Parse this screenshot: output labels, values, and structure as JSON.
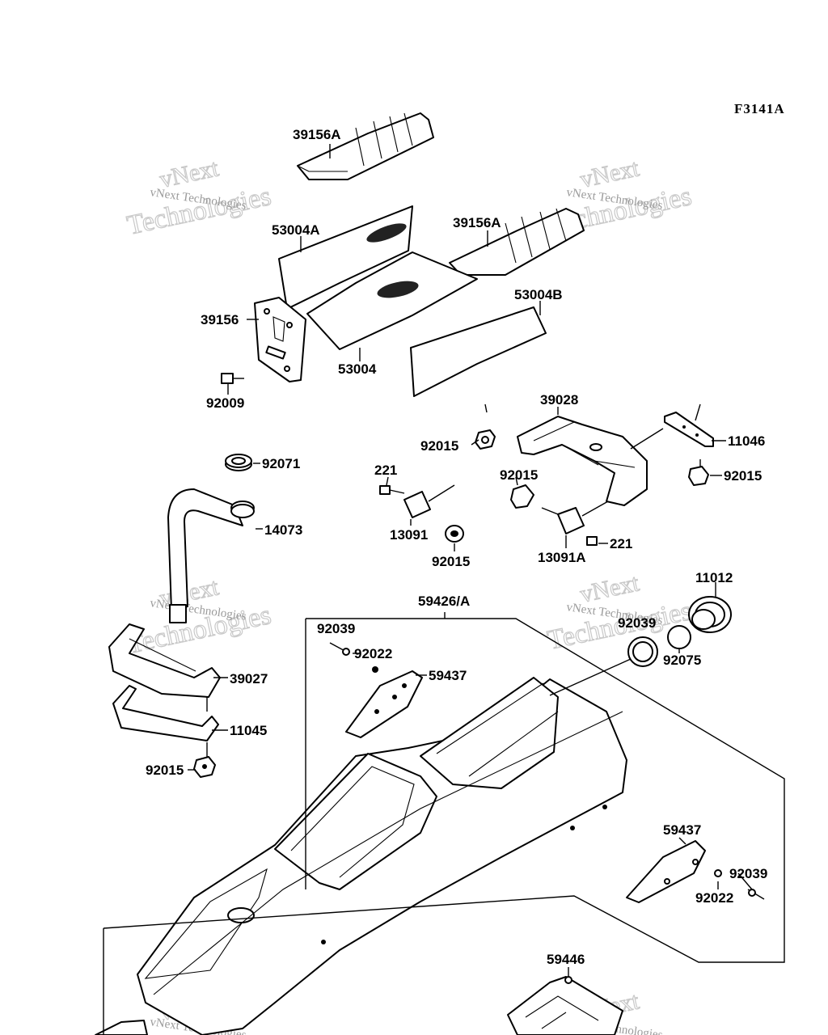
{
  "diagram_code": "F3141A",
  "watermark": {
    "line1": "vNext",
    "line2": "Technologies",
    "small": "vNext Technologies"
  },
  "labels": [
    {
      "id": "39156A-top",
      "text": "39156A"
    },
    {
      "id": "39156A-right",
      "text": "39156A"
    },
    {
      "id": "53004A",
      "text": "53004A"
    },
    {
      "id": "39156",
      "text": "39156"
    },
    {
      "id": "53004",
      "text": "53004"
    },
    {
      "id": "53004B",
      "text": "53004B"
    },
    {
      "id": "92009",
      "text": "92009"
    },
    {
      "id": "39028",
      "text": "39028"
    },
    {
      "id": "92015-a",
      "text": "92015"
    },
    {
      "id": "92015-b",
      "text": "92015"
    },
    {
      "id": "92015-c",
      "text": "92015"
    },
    {
      "id": "92015-d",
      "text": "92015"
    },
    {
      "id": "92015-e",
      "text": "92015"
    },
    {
      "id": "11046",
      "text": "11046"
    },
    {
      "id": "92071",
      "text": "92071"
    },
    {
      "id": "221-a",
      "text": "221"
    },
    {
      "id": "221-b",
      "text": "221"
    },
    {
      "id": "13091",
      "text": "13091"
    },
    {
      "id": "13091A",
      "text": "13091A"
    },
    {
      "id": "14073",
      "text": "14073"
    },
    {
      "id": "11012",
      "text": "11012"
    },
    {
      "id": "59426A",
      "text": "59426/A"
    },
    {
      "id": "92039-a",
      "text": "92039"
    },
    {
      "id": "92022-a",
      "text": "92022"
    },
    {
      "id": "59437-a",
      "text": "59437"
    },
    {
      "id": "92039-b",
      "text": "92039"
    },
    {
      "id": "92075",
      "text": "92075"
    },
    {
      "id": "39027",
      "text": "39027"
    },
    {
      "id": "11045",
      "text": "11045"
    },
    {
      "id": "59437-b",
      "text": "59437"
    },
    {
      "id": "92039-c",
      "text": "92039"
    },
    {
      "id": "92022-b",
      "text": "92022"
    },
    {
      "id": "59446",
      "text": "59446"
    }
  ]
}
